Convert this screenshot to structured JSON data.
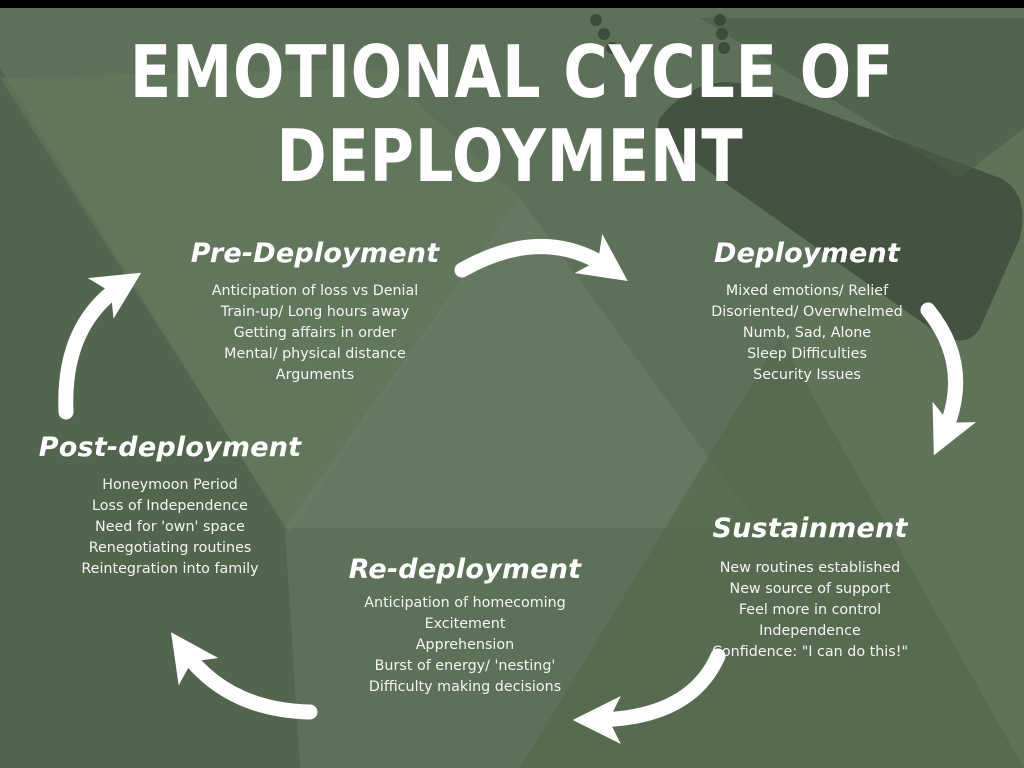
{
  "title": {
    "line1": "EMOTIONAL CYCLE OF",
    "line2": "DEPLOYMENT"
  },
  "stages": {
    "pre_deployment": {
      "heading": "Pre-Deployment",
      "items": [
        "Anticipation of loss vs Denial",
        "Train-up/ Long hours away",
        "Getting affairs in order",
        "Mental/ physical distance",
        "Arguments"
      ]
    },
    "deployment": {
      "heading": "Deployment",
      "items": [
        "Mixed emotions/ Relief",
        "Disoriented/ Overwhelmed",
        "Numb, Sad, Alone",
        "Sleep Difficulties",
        "Security Issues"
      ]
    },
    "sustainment": {
      "heading": "Sustainment",
      "items": [
        "New routines established",
        "New source of support",
        "Feel more in control",
        "Independence",
        "Confidence: \"I can do this!\""
      ]
    },
    "re_deployment": {
      "heading": "Re-deployment",
      "items": [
        "Anticipation of homecoming",
        "Excitement",
        "Apprehension",
        "Burst of energy/ 'nesting'",
        "Difficulty making decisions"
      ]
    },
    "post_deployment": {
      "heading": "Post-deployment",
      "items": [
        "Honeymoon Period",
        "Loss of Independence",
        "Need for 'own' space",
        "Renegotiating routines",
        "Reintegration into family"
      ]
    }
  },
  "colors": {
    "background": "#5c7157",
    "text": "#ffffff",
    "arrow": "#ffffff"
  },
  "icons": [
    "curved-arrow-icon"
  ]
}
